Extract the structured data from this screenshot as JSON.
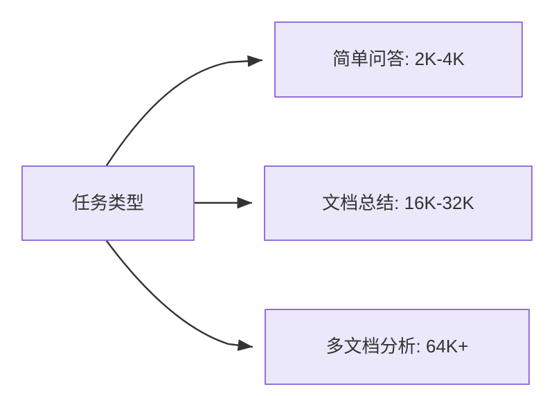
{
  "diagram": {
    "type": "flowchart",
    "direction": "left-to-right",
    "background_color": "#ffffff",
    "node_fill_color": "#ebe8fb",
    "node_border_color": "#9370db",
    "node_text_color": "#333333",
    "edge_color": "#333333",
    "nodes": [
      {
        "id": "source",
        "label": "任务类型",
        "role": "root"
      },
      {
        "id": "simple-qa",
        "label": "简单问答: 2K-4K",
        "role": "leaf"
      },
      {
        "id": "doc-summary",
        "label": "文档总结: 16K-32K",
        "role": "leaf"
      },
      {
        "id": "multi-doc",
        "label": "多文档分析: 64K+",
        "role": "leaf"
      }
    ],
    "edges": [
      {
        "id": "edge-source-simple-qa",
        "from": "任务类型",
        "to": "简单问答: 2K-4K",
        "label": "",
        "style": "curved-arrow"
      },
      {
        "id": "edge-source-doc-summary",
        "from": "任务类型",
        "to": "文档总结: 16K-32K",
        "label": "",
        "style": "straight-arrow"
      },
      {
        "id": "edge-source-multi-doc",
        "from": "任务类型",
        "to": "多文档分析: 64K+",
        "label": "",
        "style": "curved-arrow"
      }
    ]
  }
}
